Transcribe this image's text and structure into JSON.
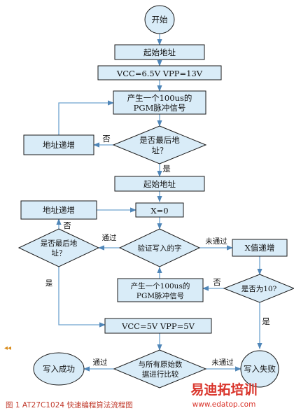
{
  "nodes": {
    "start": "开始",
    "start_addr_1": "起始地址",
    "voltage_1": "VCC=6.5V  VPP=13V",
    "pgm_pulse_1": [
      "产生一个100us的",
      "PGM脉冲信号"
    ],
    "is_last_addr_1": [
      "是否最后地",
      "址？"
    ],
    "addr_inc_1": "地址递增",
    "start_addr_2": "起始地址",
    "x_zero": "X=0",
    "addr_inc_2": "地址递增",
    "is_last_addr_2": [
      "是否最后地",
      "址？"
    ],
    "verify_write": "验证写入的字",
    "x_inc": "X值递增",
    "pgm_pulse_2": [
      "产生一个100us的",
      "PGM脉冲信号"
    ],
    "is_10": "是否为10?",
    "voltage_2": "VCC=5V   VPP=5V",
    "compare": [
      "与所有原始数",
      "据进行比较"
    ],
    "write_success": "写入成功",
    "write_fail": "写入失败"
  },
  "edge_labels": {
    "no_1": "否",
    "yes_1": "是",
    "no_2": "否",
    "pass_1": "通过",
    "yes_2": "是",
    "fail_1": "未通过",
    "no_3": "否",
    "yes_3": "是",
    "pass_2": "通过",
    "fail_2": "未通过"
  },
  "caption": "图 1  AT27C1024 快速编程算法流程图",
  "back_glyph": "◂◂",
  "watermark": {
    "title": "易迪拓培训",
    "url": "www.edatop.com"
  },
  "colors": {
    "box_fill": "#d9ecf8",
    "arrow": "#6fa3cf",
    "caption": "#c0392b",
    "watermark": "#d9342b"
  }
}
